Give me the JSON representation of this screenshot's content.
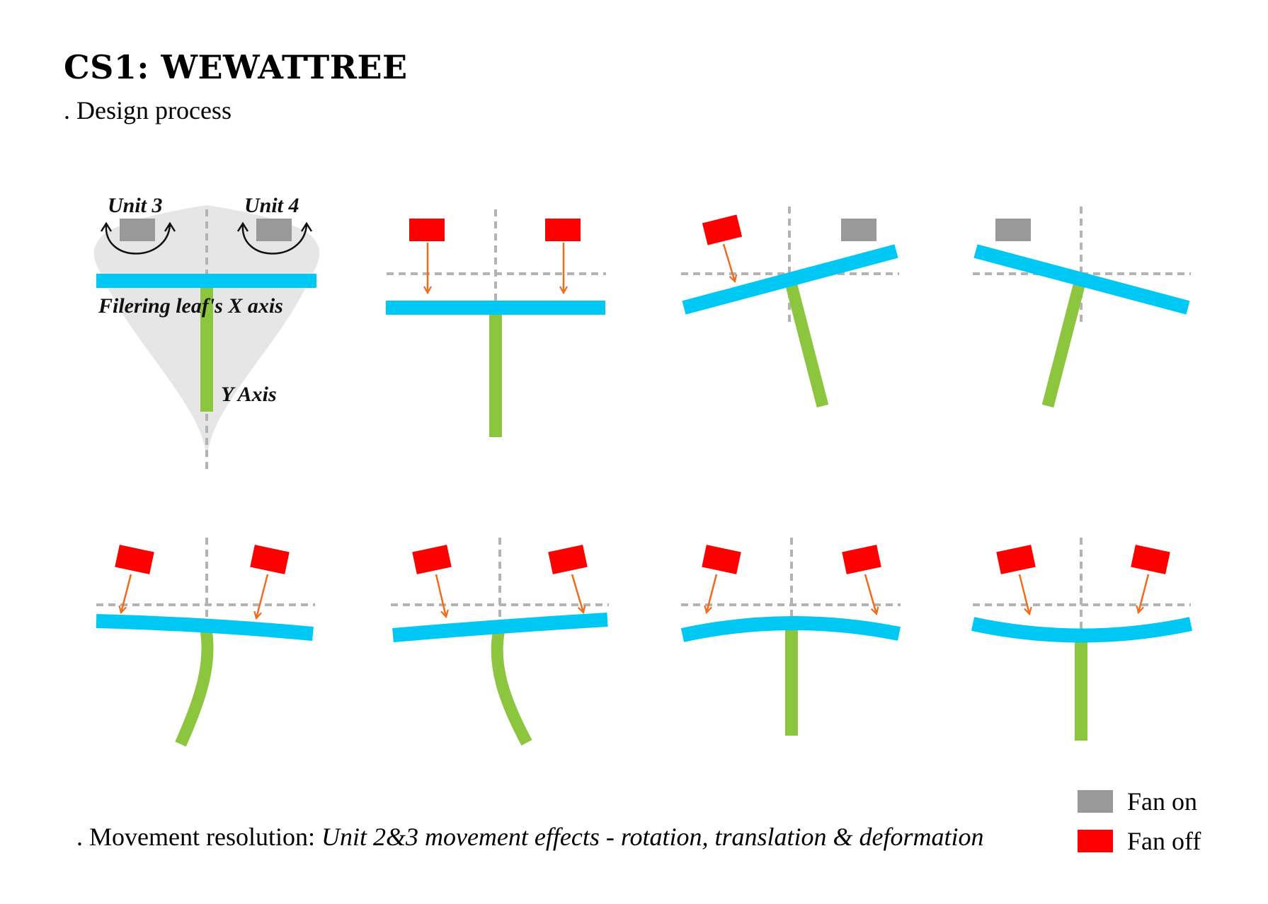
{
  "header": {
    "title": "CS1: WEWATTREE",
    "subtitle": ". Design process"
  },
  "diagram_labels": {
    "unit3": "Unit 3",
    "unit4": "Unit 4",
    "x_axis": "Filering leaf's X axis",
    "y_axis": "Y Axis"
  },
  "caption": {
    "prefix": ". Movement resolution: ",
    "italic": "Unit 2&3 movement effects - rotation, translation & deformation"
  },
  "legend": {
    "items": [
      {
        "label": "Fan on",
        "color": "#999999"
      },
      {
        "label": "Fan off",
        "color": "#ff0000"
      }
    ]
  },
  "colors": {
    "leaf": "#00c8f5",
    "stem": "#8cc63f",
    "fan_on": "#999999",
    "fan_off": "#ff0000",
    "arrow": "#f26a1b",
    "guide": "#b3b3b3",
    "envelope": "#e6e6e6"
  }
}
